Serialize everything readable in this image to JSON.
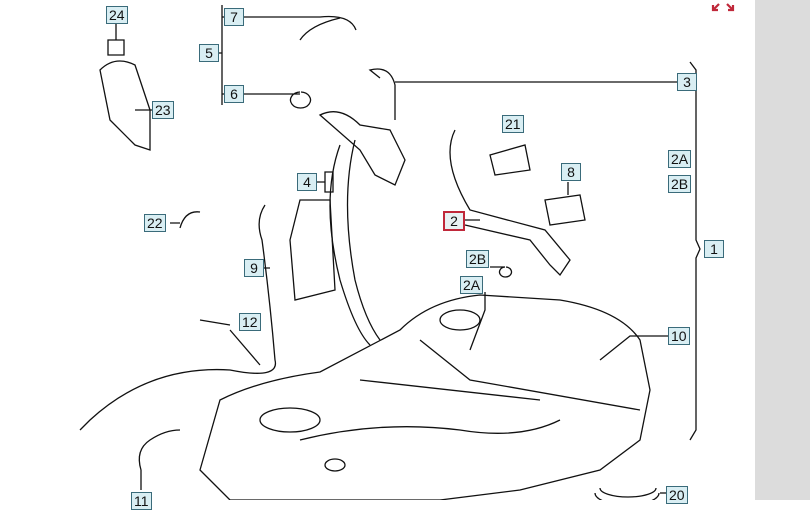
{
  "diagram": {
    "callouts": [
      {
        "id": "c24",
        "text": "24"
      },
      {
        "id": "c7",
        "text": "7"
      },
      {
        "id": "c5",
        "text": "5"
      },
      {
        "id": "c6",
        "text": "6"
      },
      {
        "id": "c3",
        "text": "3"
      },
      {
        "id": "c23",
        "text": "23"
      },
      {
        "id": "c21",
        "text": "21"
      },
      {
        "id": "c2A_top",
        "text": "2A"
      },
      {
        "id": "c2B_top",
        "text": "2B"
      },
      {
        "id": "c4",
        "text": "4"
      },
      {
        "id": "c8",
        "text": "8"
      },
      {
        "id": "c22",
        "text": "22"
      },
      {
        "id": "c2",
        "text": "2"
      },
      {
        "id": "c1",
        "text": "1"
      },
      {
        "id": "c9",
        "text": "9"
      },
      {
        "id": "c2B",
        "text": "2B"
      },
      {
        "id": "c2A",
        "text": "2A"
      },
      {
        "id": "c12",
        "text": "12"
      },
      {
        "id": "c10",
        "text": "10"
      },
      {
        "id": "c11",
        "text": "11"
      },
      {
        "id": "c20",
        "text": "20"
      }
    ],
    "highlight_color": "#c0283a",
    "expand_icon": "expand-arrows-icon"
  }
}
